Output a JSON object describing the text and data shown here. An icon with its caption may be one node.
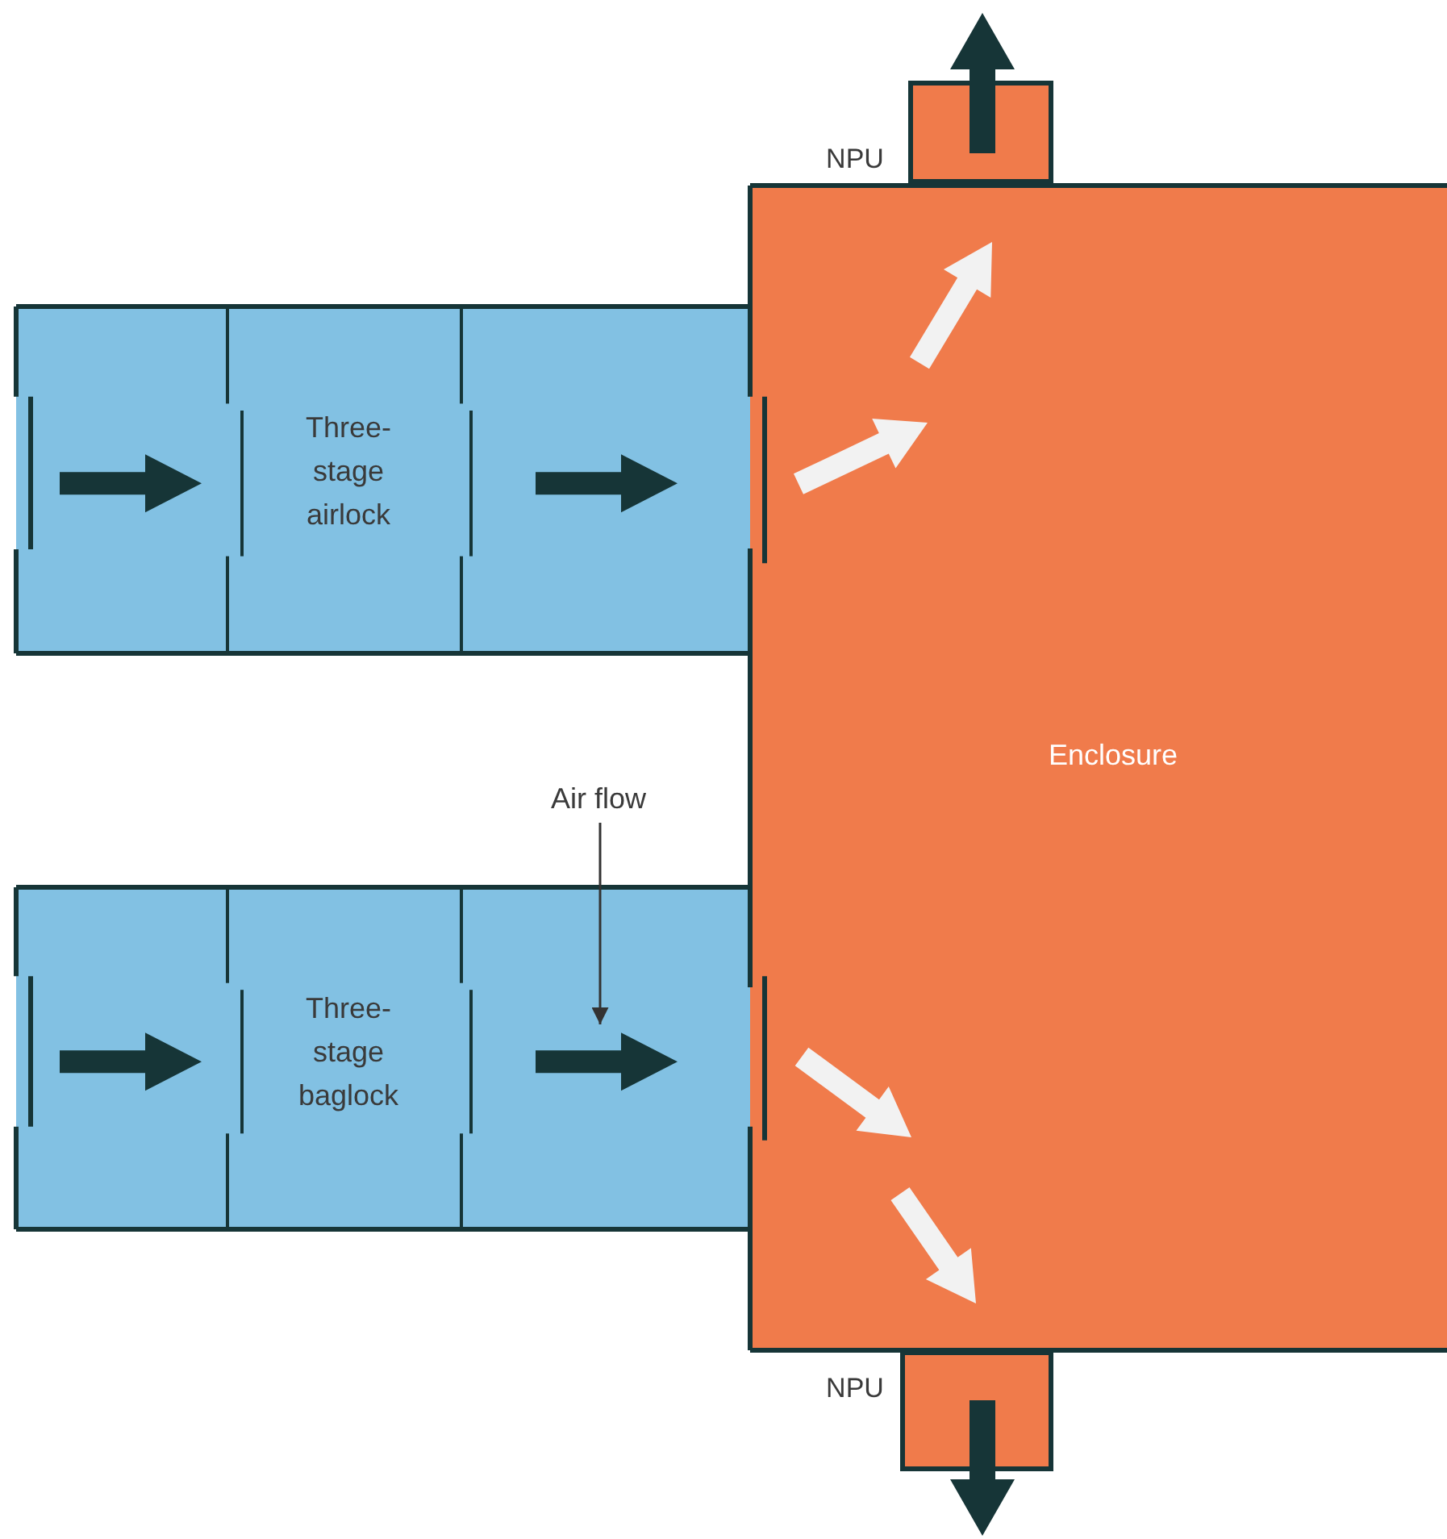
{
  "diagram": {
    "nodes": [
      {
        "text": [
          "Enclosure"
        ]
      },
      {
        "text": [
          "Three-stage airlock"
        ]
      },
      {
        "text": [
          "Three-stage baglock"
        ]
      },
      {
        "text": [
          "NPU"
        ]
      },
      {
        "text": [
          "NPU"
        ]
      },
      {
        "text": [
          "Air flow"
        ]
      }
    ],
    "edges": [
      {
        "from": 5,
        "to": 2,
        "arrow": "to"
      }
    ]
  }
}
